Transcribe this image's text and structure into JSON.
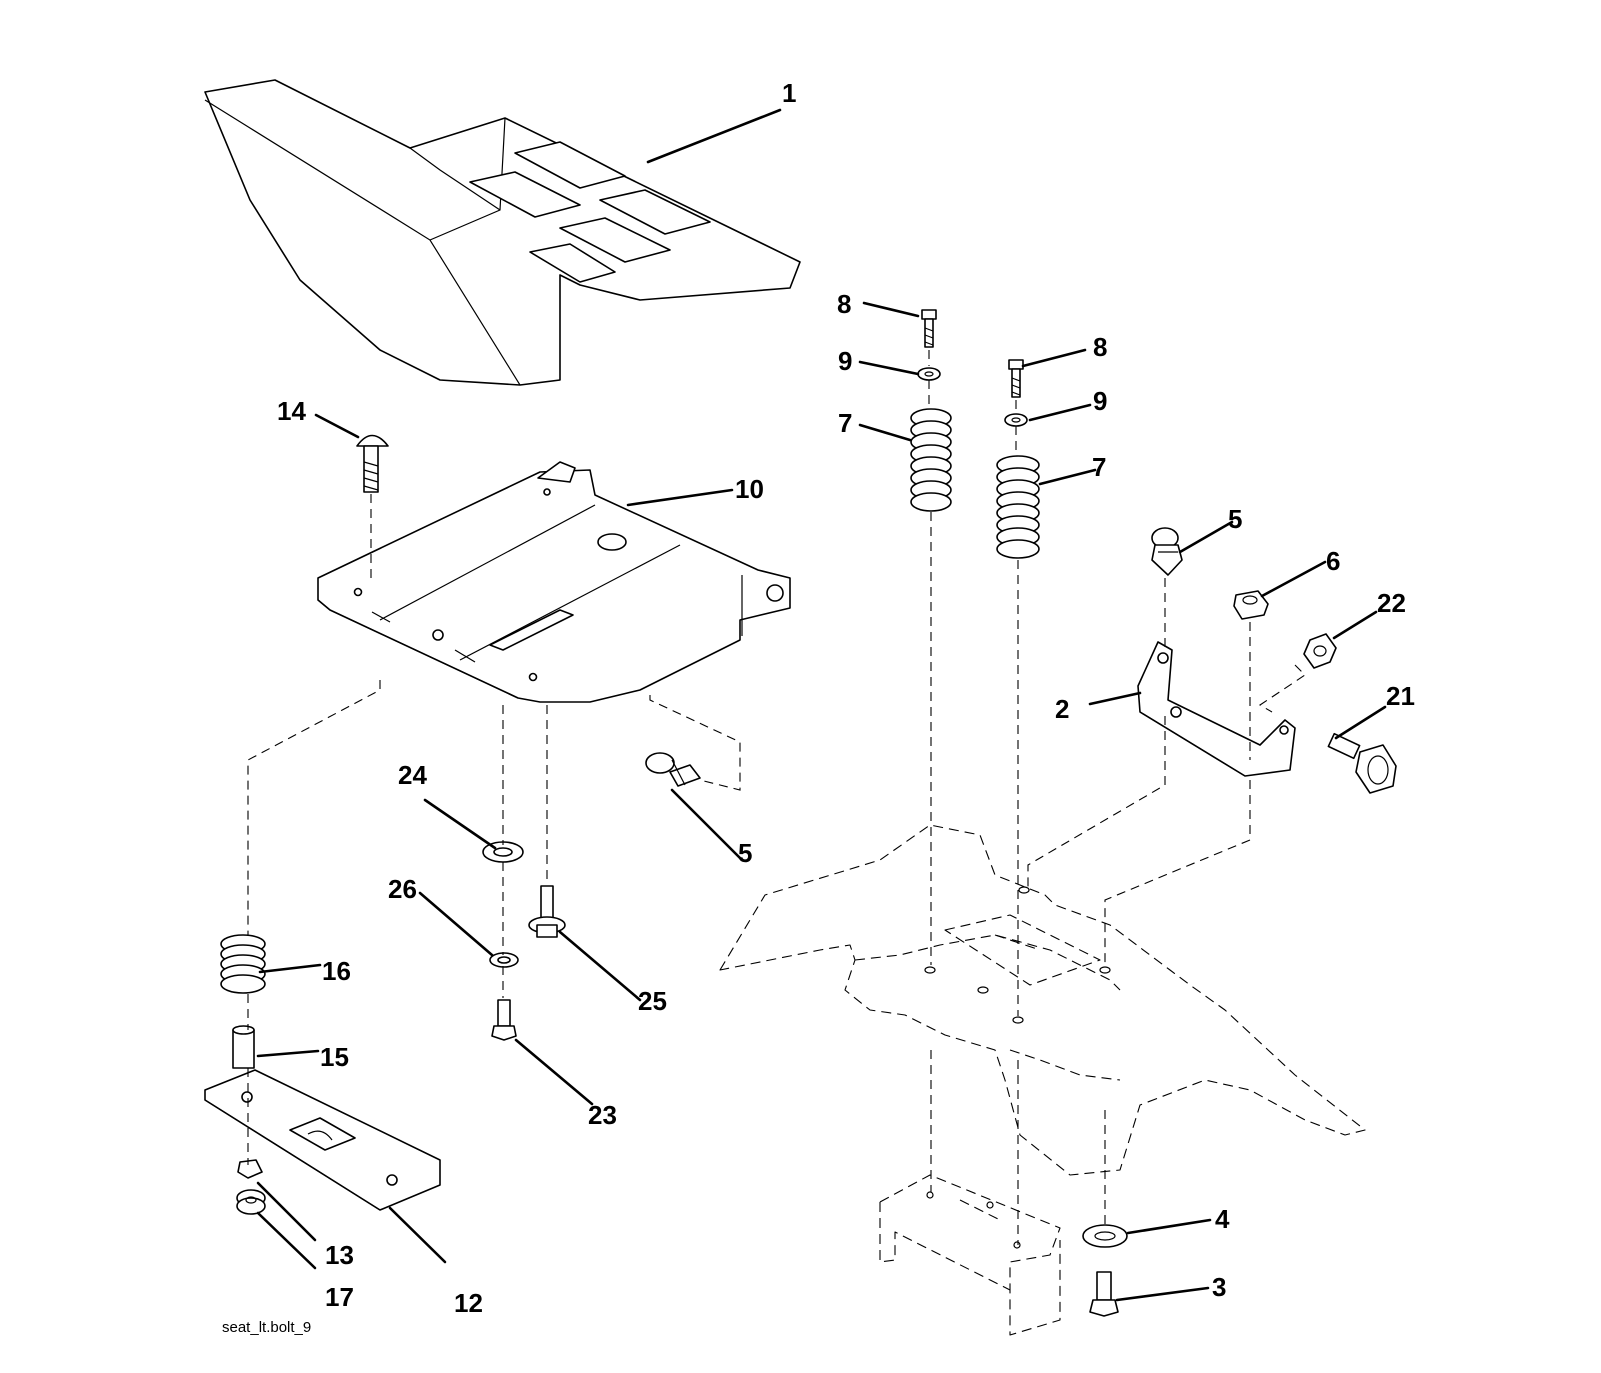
{
  "figure_id": "seat_lt.bolt_9",
  "callouts": {
    "c1": "1",
    "c2": "2",
    "c3": "3",
    "c4": "4",
    "c5a": "5",
    "c5b": "5",
    "c6": "6",
    "c7a": "7",
    "c7b": "7",
    "c8a": "8",
    "c8b": "8",
    "c9a": "9",
    "c9b": "9",
    "c10": "10",
    "c12": "12",
    "c13": "13",
    "c14": "14",
    "c15": "15",
    "c16": "16",
    "c17": "17",
    "c21": "21",
    "c22": "22",
    "c23": "23",
    "c24": "24",
    "c25": "25",
    "c26": "26"
  }
}
